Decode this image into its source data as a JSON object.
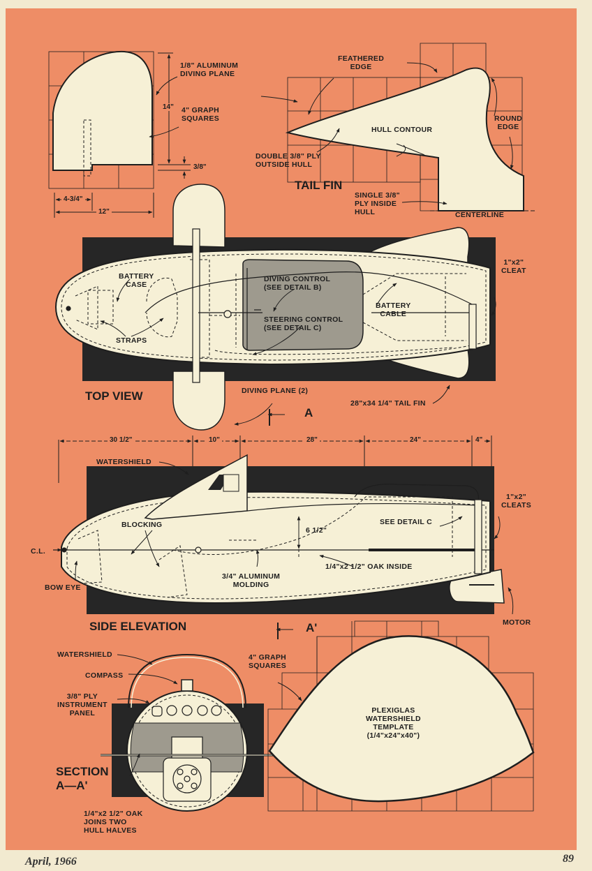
{
  "labels": {
    "diving_plane": "1/8\" ALUMINUM\nDIVING PLANE",
    "dim_14": "14\"",
    "graph_squares_top": "4\" GRAPH\nSQUARES",
    "dim_3_8": "3/8\"",
    "dim_4_3_4": "4-3/4\"",
    "dim_12": "12\"",
    "feathered_edge": "FEATHERED\nEDGE",
    "hull_contour": "HULL CONTOUR",
    "round_edge": "ROUND\nEDGE",
    "double_ply": "DOUBLE 3/8\" PLY\nOUTSIDE HULL",
    "tail_fin_title": "TAIL FIN",
    "single_ply": "SINGLE 3/8\"\nPLY INSIDE\nHULL",
    "centerline": "CENTERLINE",
    "battery_case": "BATTERY\nCASE",
    "diving_control": "DIVING CONTROL\n(SEE DETAIL B)",
    "steering_control": "STEERING CONTROL\n(SEE DETAIL C)",
    "battery_cable": "BATTERY\nCABLE",
    "cleat_top": "1\"x2\"\nCLEAT",
    "straps": "STRAPS",
    "top_view": "TOP VIEW",
    "diving_plane_2": "DIVING PLANE (2)",
    "section_a": "A",
    "tail_fin_size": "28\"x34 1/4\" TAIL FIN",
    "dim_30_1_2": "30 1/2\"",
    "dim_10": "10\"",
    "dim_28": "28\"",
    "dim_24": "24\"",
    "dim_4": "4\"",
    "watershield_side": "WATERSHIELD",
    "cleats_side": "1\"x2\"\nCLEATS",
    "blocking": "BLOCKING",
    "dim_6_1_2": "6 1/2\"",
    "see_detail_c": "SEE DETAIL C",
    "cl": "C.L.",
    "oak_inside": "1/4\"x2 1/2\" OAK INSIDE",
    "aluminum_molding": "3/4\" ALUMINUM\nMOLDING",
    "bow_eye": "BOW EYE",
    "motor": "MOTOR",
    "side_elevation": "SIDE ELEVATION",
    "section_a_prime": "A'",
    "watershield_section": "WATERSHIELD",
    "compass": "COMPASS",
    "instrument_panel": "3/8\" PLY\nINSTRUMENT\nPANEL",
    "graph_squares_bottom": "4\" GRAPH\nSQUARES",
    "plexiglas_template": "PLEXIGLAS\nWATERSHIELD\nTEMPLATE\n(1/4\"x24\"x40\")",
    "section_title": "SECTION\nA—A'",
    "oak_joins": "1/4\"x2 1/2\" OAK\nJOINS TWO\nHULL HALVES"
  },
  "footer": {
    "issue": "April, 1966",
    "page": "89"
  },
  "colors": {
    "page": "#f2ead0",
    "sheet": "#ee8d66",
    "cream": "#f6f0d6",
    "dark": "#262626",
    "grey": "#9e9a8e",
    "ink": "#1e1e1e"
  }
}
